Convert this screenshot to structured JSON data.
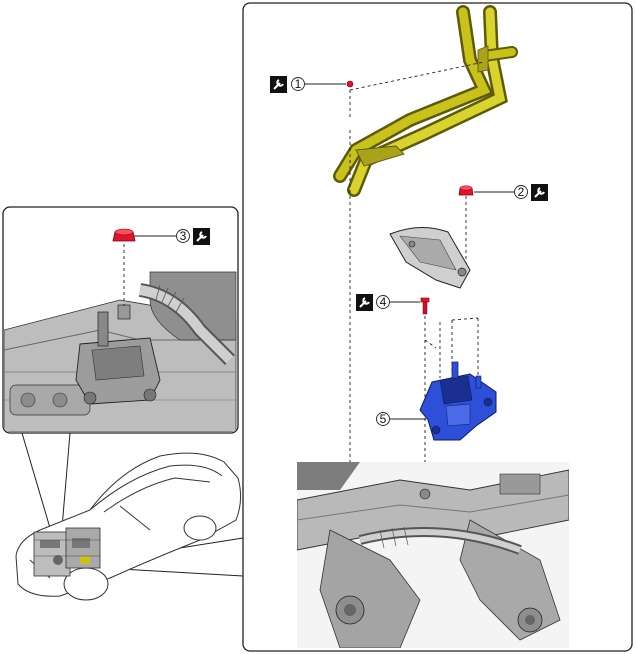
{
  "callouts": [
    {
      "number": "①",
      "torque_icon": "torque-wrench-icon",
      "part": "hose-bracket-bolt"
    },
    {
      "number": "②",
      "torque_icon": "torque-wrench-icon",
      "part": "bracket-nut"
    },
    {
      "number": "③",
      "torque_icon": "torque-wrench-icon",
      "part": "mount-nut"
    },
    {
      "number": "④",
      "torque_icon": "torque-wrench-icon",
      "part": "mount-bolt"
    },
    {
      "number": "⑤",
      "torque_icon": "",
      "part": "engine-mount"
    }
  ],
  "colors": {
    "hose": "#c8c21a",
    "hose_shade": "#8a8410",
    "mount": "#2e50d8",
    "mount_shade": "#1a2f8f",
    "fastener": "#e0142a",
    "frame_gray": "#9a9a9a",
    "outline": "#1a1a1a"
  }
}
